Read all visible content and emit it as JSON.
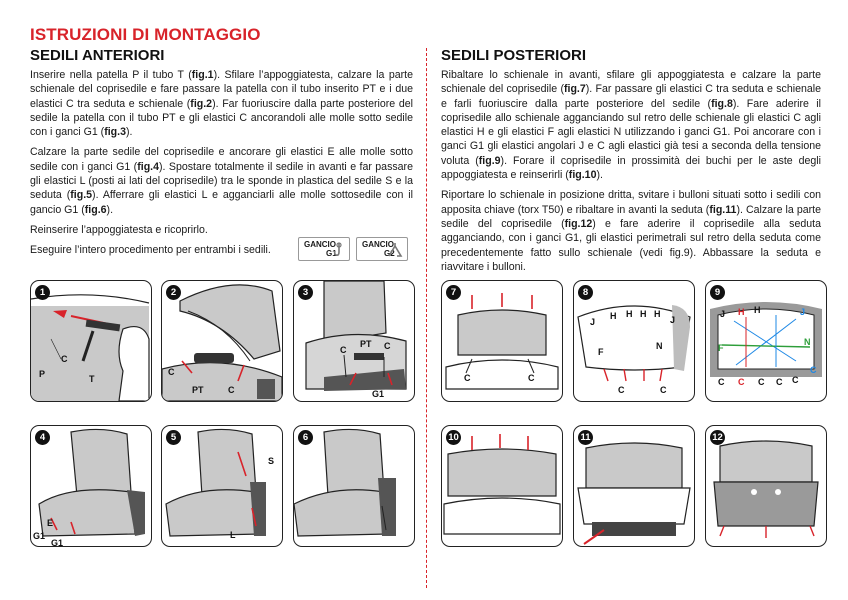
{
  "header": {
    "title": "ISTRUZIONI DI MONTAGGIO"
  },
  "front": {
    "title": "SEDILI ANTERIORI",
    "p1": [
      {
        "t": "Inserire nella patella P il tubo T ("
      },
      {
        "t": "fig.1",
        "b": true
      },
      {
        "t": "). Sfilare l’appoggiatesta, calzare la parte schienale del coprisedile e fare passare la patella con il tubo inserito PT e i due elastici C tra seduta e schienale ("
      },
      {
        "t": "fig.2",
        "b": true
      },
      {
        "t": "). Far fuoriuscire dalla parte posteriore del sedile la patella con il tubo PT e gli elastici C ancorandoli alle molle sotto sedile con i ganci G1 ("
      },
      {
        "t": "fig.3",
        "b": true
      },
      {
        "t": ")."
      }
    ],
    "p2": [
      {
        "t": "Calzare la parte sedile del coprisedile e ancorare gli elastici E alle molle sotto sedile con i ganci G1 ("
      },
      {
        "t": "fig.4",
        "b": true
      },
      {
        "t": "). Spostare totalmente il sedile in avanti e far passare gli elastici L (posti ai lati del coprisedile) tra le sponde in plastica del sedile S e la seduta ("
      },
      {
        "t": "fig.5",
        "b": true
      },
      {
        "t": "). Afferrare gli elastici L e agganciarli alle molle sottosedile con il gancio G1 ("
      },
      {
        "t": "fig.6",
        "b": true
      },
      {
        "t": ")."
      }
    ],
    "p3": "Reinserire l’appoggiatesta e ricoprirlo.",
    "p4": "Eseguire l’intero procedimento per entrambi i sedili.",
    "hooks": [
      {
        "name": "GANCIO",
        "code": "G1"
      },
      {
        "name": "GANCIO",
        "code": "G2"
      }
    ]
  },
  "rear": {
    "title": "SEDILI POSTERIORI",
    "p1": [
      {
        "t": "Ribaltare lo schienale in avanti, sfilare gli appoggiatesta e calzare la parte schienale del coprisedile ("
      },
      {
        "t": "fig.7",
        "b": true
      },
      {
        "t": "). Far passare gli elastici C tra seduta e schienale e farli fuoriuscire dalla parte posteriore del sedile ("
      },
      {
        "t": "fig.8",
        "b": true
      },
      {
        "t": "). Fare aderire il coprisedile allo schienale agganciando sul retro delle schienale gli elastici C agli elastici H e gli elastici F agli elastici N utilizzando i ganci G1. Poi ancorare con i ganci G1 gli elastici angolari J e C agli elastici già tesi a seconda della tensione voluta ("
      },
      {
        "t": "fig.9",
        "b": true
      },
      {
        "t": "). Forare il coprisedile in prossimità dei buchi per le aste degli appoggiatesta e reinserirli ("
      },
      {
        "t": "fig.10",
        "b": true
      },
      {
        "t": ")."
      }
    ],
    "p2": [
      {
        "t": "Riportare lo schienale in posizione dritta, svitare i bulloni situati sotto i sedili con apposita chiave (torx T50) e ribaltare in avanti la seduta ("
      },
      {
        "t": "fig.11",
        "b": true
      },
      {
        "t": "). Calzare la parte sedile del coprisedile ("
      },
      {
        "t": "fig.12",
        "b": true
      },
      {
        "t": ") e fare aderire il coprisedile alla seduta agganciando, con i ganci G1, gli elastici perimetrali sul retro della seduta come precedentemente fatto sullo schienale (vedi fig.9). Abbassare la seduta e riavvitare i bulloni."
      }
    ]
  },
  "figures": [
    {
      "n": "1",
      "labels": [
        "P",
        "C",
        "T"
      ]
    },
    {
      "n": "2",
      "labels": [
        "C",
        "PT",
        "C"
      ]
    },
    {
      "n": "3",
      "labels": [
        "C",
        "PT",
        "C",
        "G1"
      ]
    },
    {
      "n": "4",
      "labels": [
        "E",
        "G1",
        "G1"
      ]
    },
    {
      "n": "5",
      "labels": [
        "S",
        "L"
      ]
    },
    {
      "n": "6",
      "labels": []
    },
    {
      "n": "7",
      "labels": [
        "C",
        "C"
      ]
    },
    {
      "n": "8",
      "labels": [
        "J",
        "H",
        "H",
        "H",
        "H",
        "J",
        "F",
        "N",
        "C",
        "C"
      ]
    },
    {
      "n": "9",
      "labels": [
        "J",
        "H",
        "H",
        "J",
        "F",
        "N",
        "C",
        "C",
        "C",
        "C",
        "C",
        "C"
      ]
    },
    {
      "n": "10",
      "labels": []
    },
    {
      "n": "11",
      "labels": []
    },
    {
      "n": "12",
      "labels": []
    }
  ],
  "colors": {
    "accent": "#d8232a",
    "blue": "#1e88e5",
    "green": "#2e9e3a",
    "panel_gray": "#c6c6c6"
  }
}
